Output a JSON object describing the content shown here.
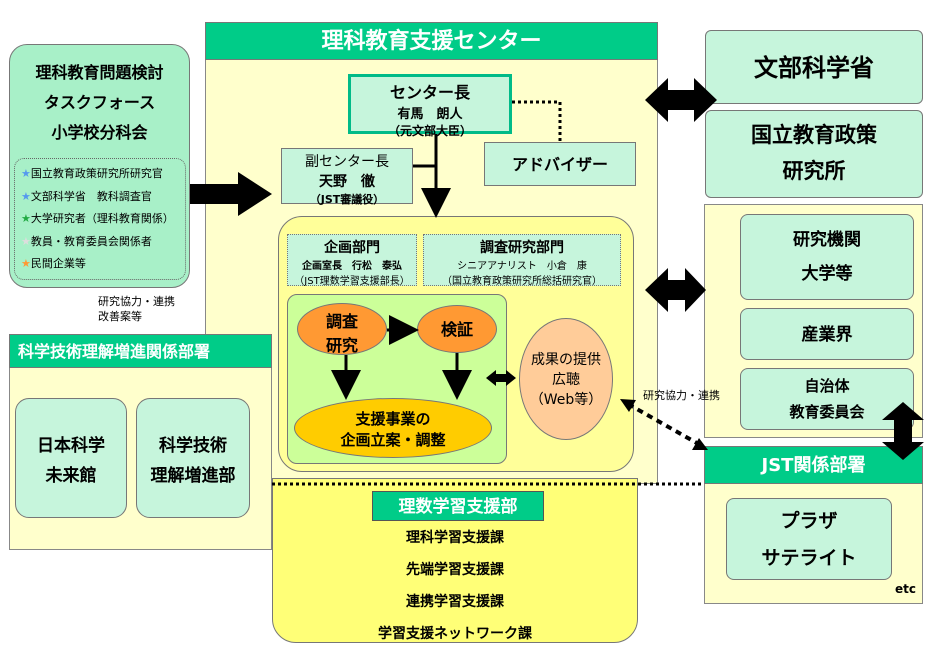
{
  "center": {
    "title": "理科教育支援センター",
    "director": {
      "title": "センター長",
      "name": "有馬　朗人",
      "note": "（元文部大臣）"
    },
    "vice": {
      "title": "副センター長",
      "name": "天野　徹",
      "note": "（JST審議役）"
    },
    "advisor": "アドバイザー"
  },
  "taskforce": {
    "title_lines": [
      "理科教育問題検討",
      "タスクフォース",
      "小学校分科会"
    ],
    "members": [
      {
        "text": "国立教育政策研究所研究官",
        "star": "#5599ee"
      },
      {
        "text": "文部科学省　教科調査官",
        "star": "#5599ee"
      },
      {
        "text": "大学研究者（理科教育関係）",
        "star": "#22aa44"
      },
      {
        "text": "教員・教育委員会関係者",
        "star": "#dddddd"
      },
      {
        "text": "民間企業等",
        "star": "#ff9933"
      }
    ],
    "note_lines": [
      "研究協力・連携",
      "改善案等"
    ]
  },
  "planning": {
    "title": "企画部門",
    "line1": "企画室長　行松　泰弘",
    "line2": "（JST理数学習支援部長）"
  },
  "research": {
    "title": "調査研究部門",
    "line1": "シニアアナリスト　小倉　康",
    "line2": "（国立教育政策研究所総括研究官）"
  },
  "process": {
    "survey_lines": [
      "調査",
      "研究"
    ],
    "verify": "検証",
    "support_lines": [
      "支援事業の",
      "企画立案・調整"
    ],
    "results_lines": [
      "成果の提供",
      "広聴",
      "（Web等）"
    ]
  },
  "mext": "文部科学省",
  "nier_lines": [
    "国立教育政策",
    "研究所"
  ],
  "orgs": {
    "univ_lines": [
      "研究機関",
      "大学等"
    ],
    "industry": "産業界",
    "local_lines": [
      "自治体",
      "教育委員会"
    ],
    "collab_note": "研究協力・連携"
  },
  "jst": {
    "title": "JST関係部署",
    "plaza_lines": [
      "プラザ",
      "サテライト"
    ],
    "etc": "etc"
  },
  "sci": {
    "title": "科学技術理解増進関係部署",
    "miraikan_lines": [
      "日本科学",
      "未来館"
    ],
    "promotion_lines": [
      "科学技術",
      "理解増進部"
    ]
  },
  "math": {
    "title": "理数学習支援部",
    "sections": [
      "理科学習支援課",
      "先端学習支援課",
      "連携学習支援課",
      "学習支援ネットワーク課"
    ]
  }
}
